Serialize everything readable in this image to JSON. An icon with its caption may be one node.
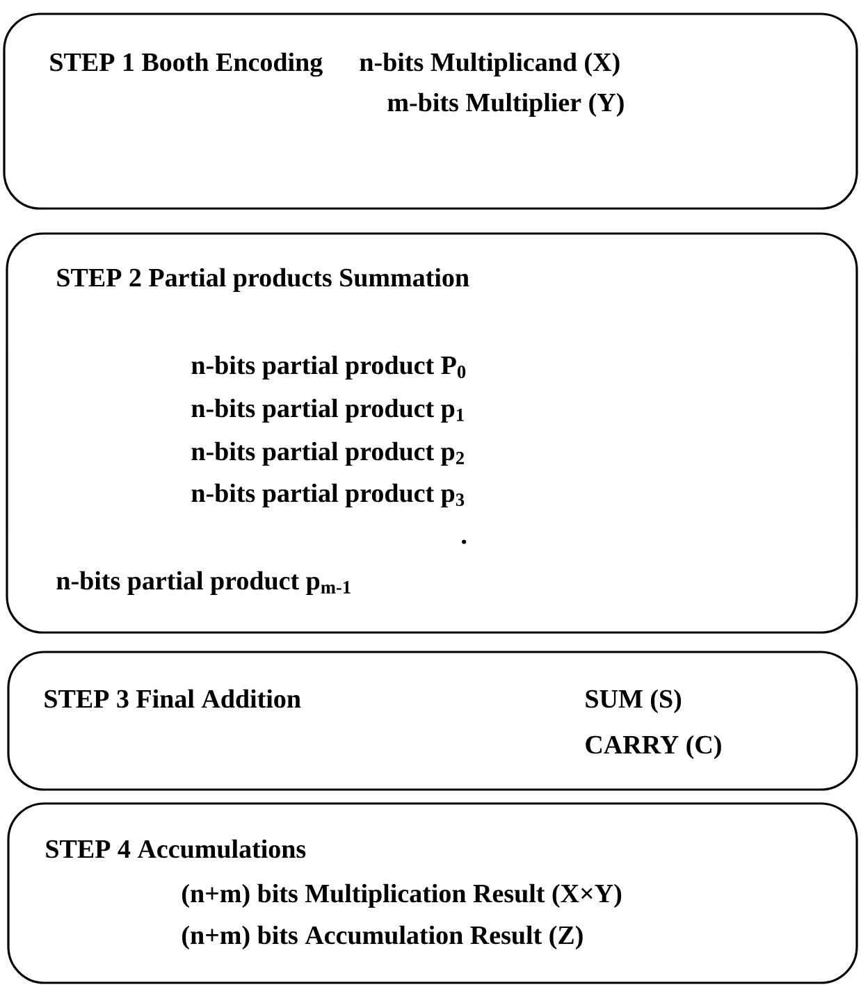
{
  "diagram": {
    "nodes": [
      {
        "text": [
          "STEP 1 Booth Encoding",
          "n-bits Multiplicand (X)",
          "m-bits Multiplier (Y)"
        ]
      },
      {
        "text": [
          "STEP 2 Partial products Summation",
          "n-bits partial product P$_{0}$",
          "n-bits partial product p$_{1}$",
          "n-bits partial product p$_{2}$",
          "n-bits partial product p$_{3}$",
          ".",
          "n-bits partial product p$_{m-1}$"
        ]
      },
      {
        "text": [
          "STEP 3 Final Addition",
          "SUM (S)",
          "CARRY (C)"
        ]
      },
      {
        "text": [
          "STEP 4 Accumulations",
          "(n+m) bits Multiplication Result (X×Y)",
          "(n+m) bits Accumulation Result (Z)"
        ]
      }
    ]
  }
}
